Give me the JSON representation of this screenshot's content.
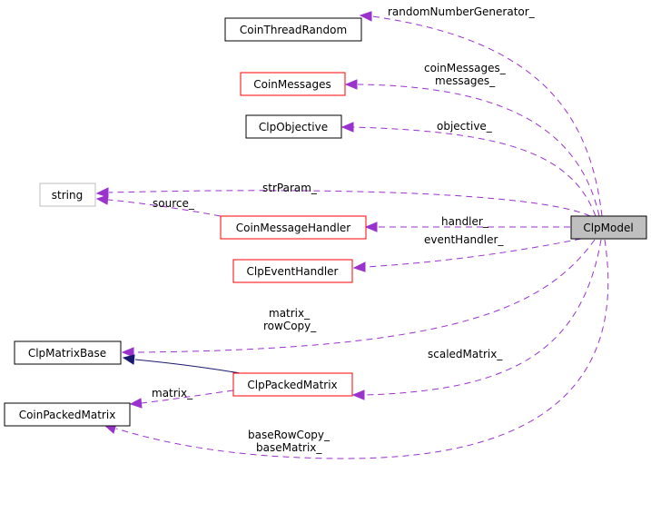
{
  "colors": {
    "edge_usage": "#9a32cd",
    "edge_inherit": "#191970",
    "node_border_default": "#000000",
    "node_border_red": "#ff0000",
    "node_border_gray": "#bfbfbf",
    "focus_fill": "#bfbfbf"
  },
  "nodes": {
    "coin_thread_random": "CoinThreadRandom",
    "coin_messages": "CoinMessages",
    "clp_objective": "ClpObjective",
    "string": "string",
    "coin_message_handler": "CoinMessageHandler",
    "clp_event_handler": "ClpEventHandler",
    "clp_matrix_base": "ClpMatrixBase",
    "clp_packed_matrix": "ClpPackedMatrix",
    "coin_packed_matrix": "CoinPackedMatrix",
    "clp_model": "ClpModel"
  },
  "edges": {
    "random_number_generator": "randomNumberGenerator_",
    "coin_messages_1": "coinMessages_",
    "coin_messages_2": "messages_",
    "objective": "objective_",
    "str_param": "strParam_",
    "source": "source_",
    "handler": "handler_",
    "event_handler": "eventHandler_",
    "matrix_1": "matrix_",
    "matrix_2": "rowCopy_",
    "scaled_matrix": "scaledMatrix_",
    "matrix_packed": "matrix_",
    "base_row_copy_1": "baseRowCopy_",
    "base_row_copy_2": "baseMatrix_"
  }
}
